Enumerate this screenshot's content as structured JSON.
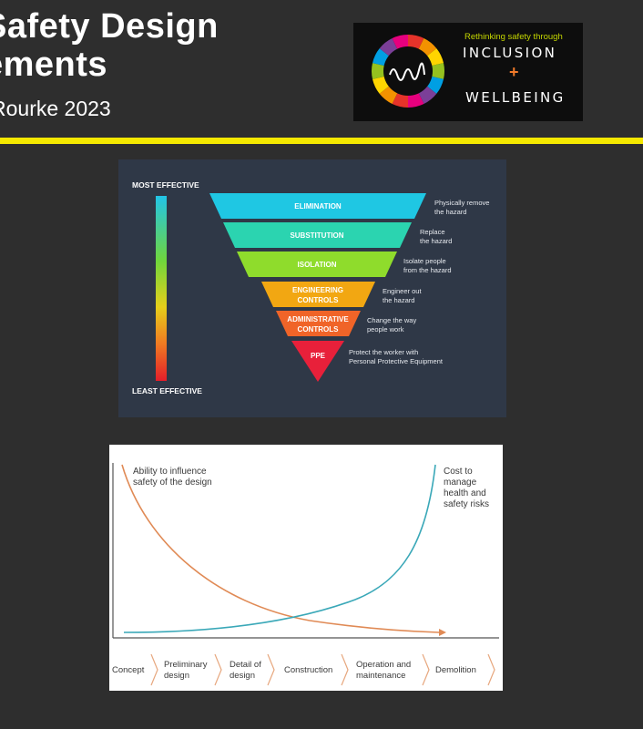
{
  "slide": {
    "title_line1": "Safety Design",
    "title_line2": "ements",
    "author": "Rourke 2023"
  },
  "logo": {
    "tagline": "Rethinking safety through",
    "line1": "INCLUSION",
    "plus": "+",
    "line2": "WELLBEING",
    "colors": [
      "#e5332a",
      "#f39200",
      "#ffd500",
      "#95c11f",
      "#009fe3",
      "#7b3f98",
      "#e6007e"
    ]
  },
  "hierarchy": {
    "most_label": "MOST EFFECTIVE",
    "least_label": "LEAST EFFECTIVE",
    "levels": [
      {
        "name": "ELIMINATION",
        "desc1": "Physically remove",
        "desc2": "the hazard",
        "color": "#1fc7e3"
      },
      {
        "name": "SUBSTITUTION",
        "desc1": "Replace",
        "desc2": "the hazard",
        "color": "#2bd4b0"
      },
      {
        "name": "ISOLATION",
        "desc1": "Isolate people",
        "desc2": "from the hazard",
        "color": "#8fdc2c"
      },
      {
        "name1": "ENGINEERING",
        "name2": "CONTROLS",
        "desc1": "Engineer out",
        "desc2": "the hazard",
        "color": "#f2a712"
      },
      {
        "name1": "ADMINISTRATIVE",
        "name2": "CONTROLS",
        "desc1": "Change the way",
        "desc2": "people work",
        "color": "#f06428"
      },
      {
        "name": "PPE",
        "desc1": "Protect the worker with",
        "desc2": "Personal Protective Equipment",
        "color": "#e8203a"
      }
    ]
  },
  "curve_chart": {
    "left_label_1": "Ability to influence",
    "left_label_2": "safety of the design",
    "right_label_1": "Cost to",
    "right_label_2": "manage",
    "right_label_3": "health and",
    "right_label_4": "safety risks",
    "stages": [
      {
        "l1": "Concept",
        "l2": ""
      },
      {
        "l1": "Preliminary",
        "l2": "design"
      },
      {
        "l1": "Detail of",
        "l2": "design"
      },
      {
        "l1": "Construction",
        "l2": ""
      },
      {
        "l1": "Operation and",
        "l2": "maintenance"
      },
      {
        "l1": "Demolition",
        "l2": ""
      }
    ],
    "influence_color": "#e08a55",
    "cost_color": "#3aa8b8"
  }
}
